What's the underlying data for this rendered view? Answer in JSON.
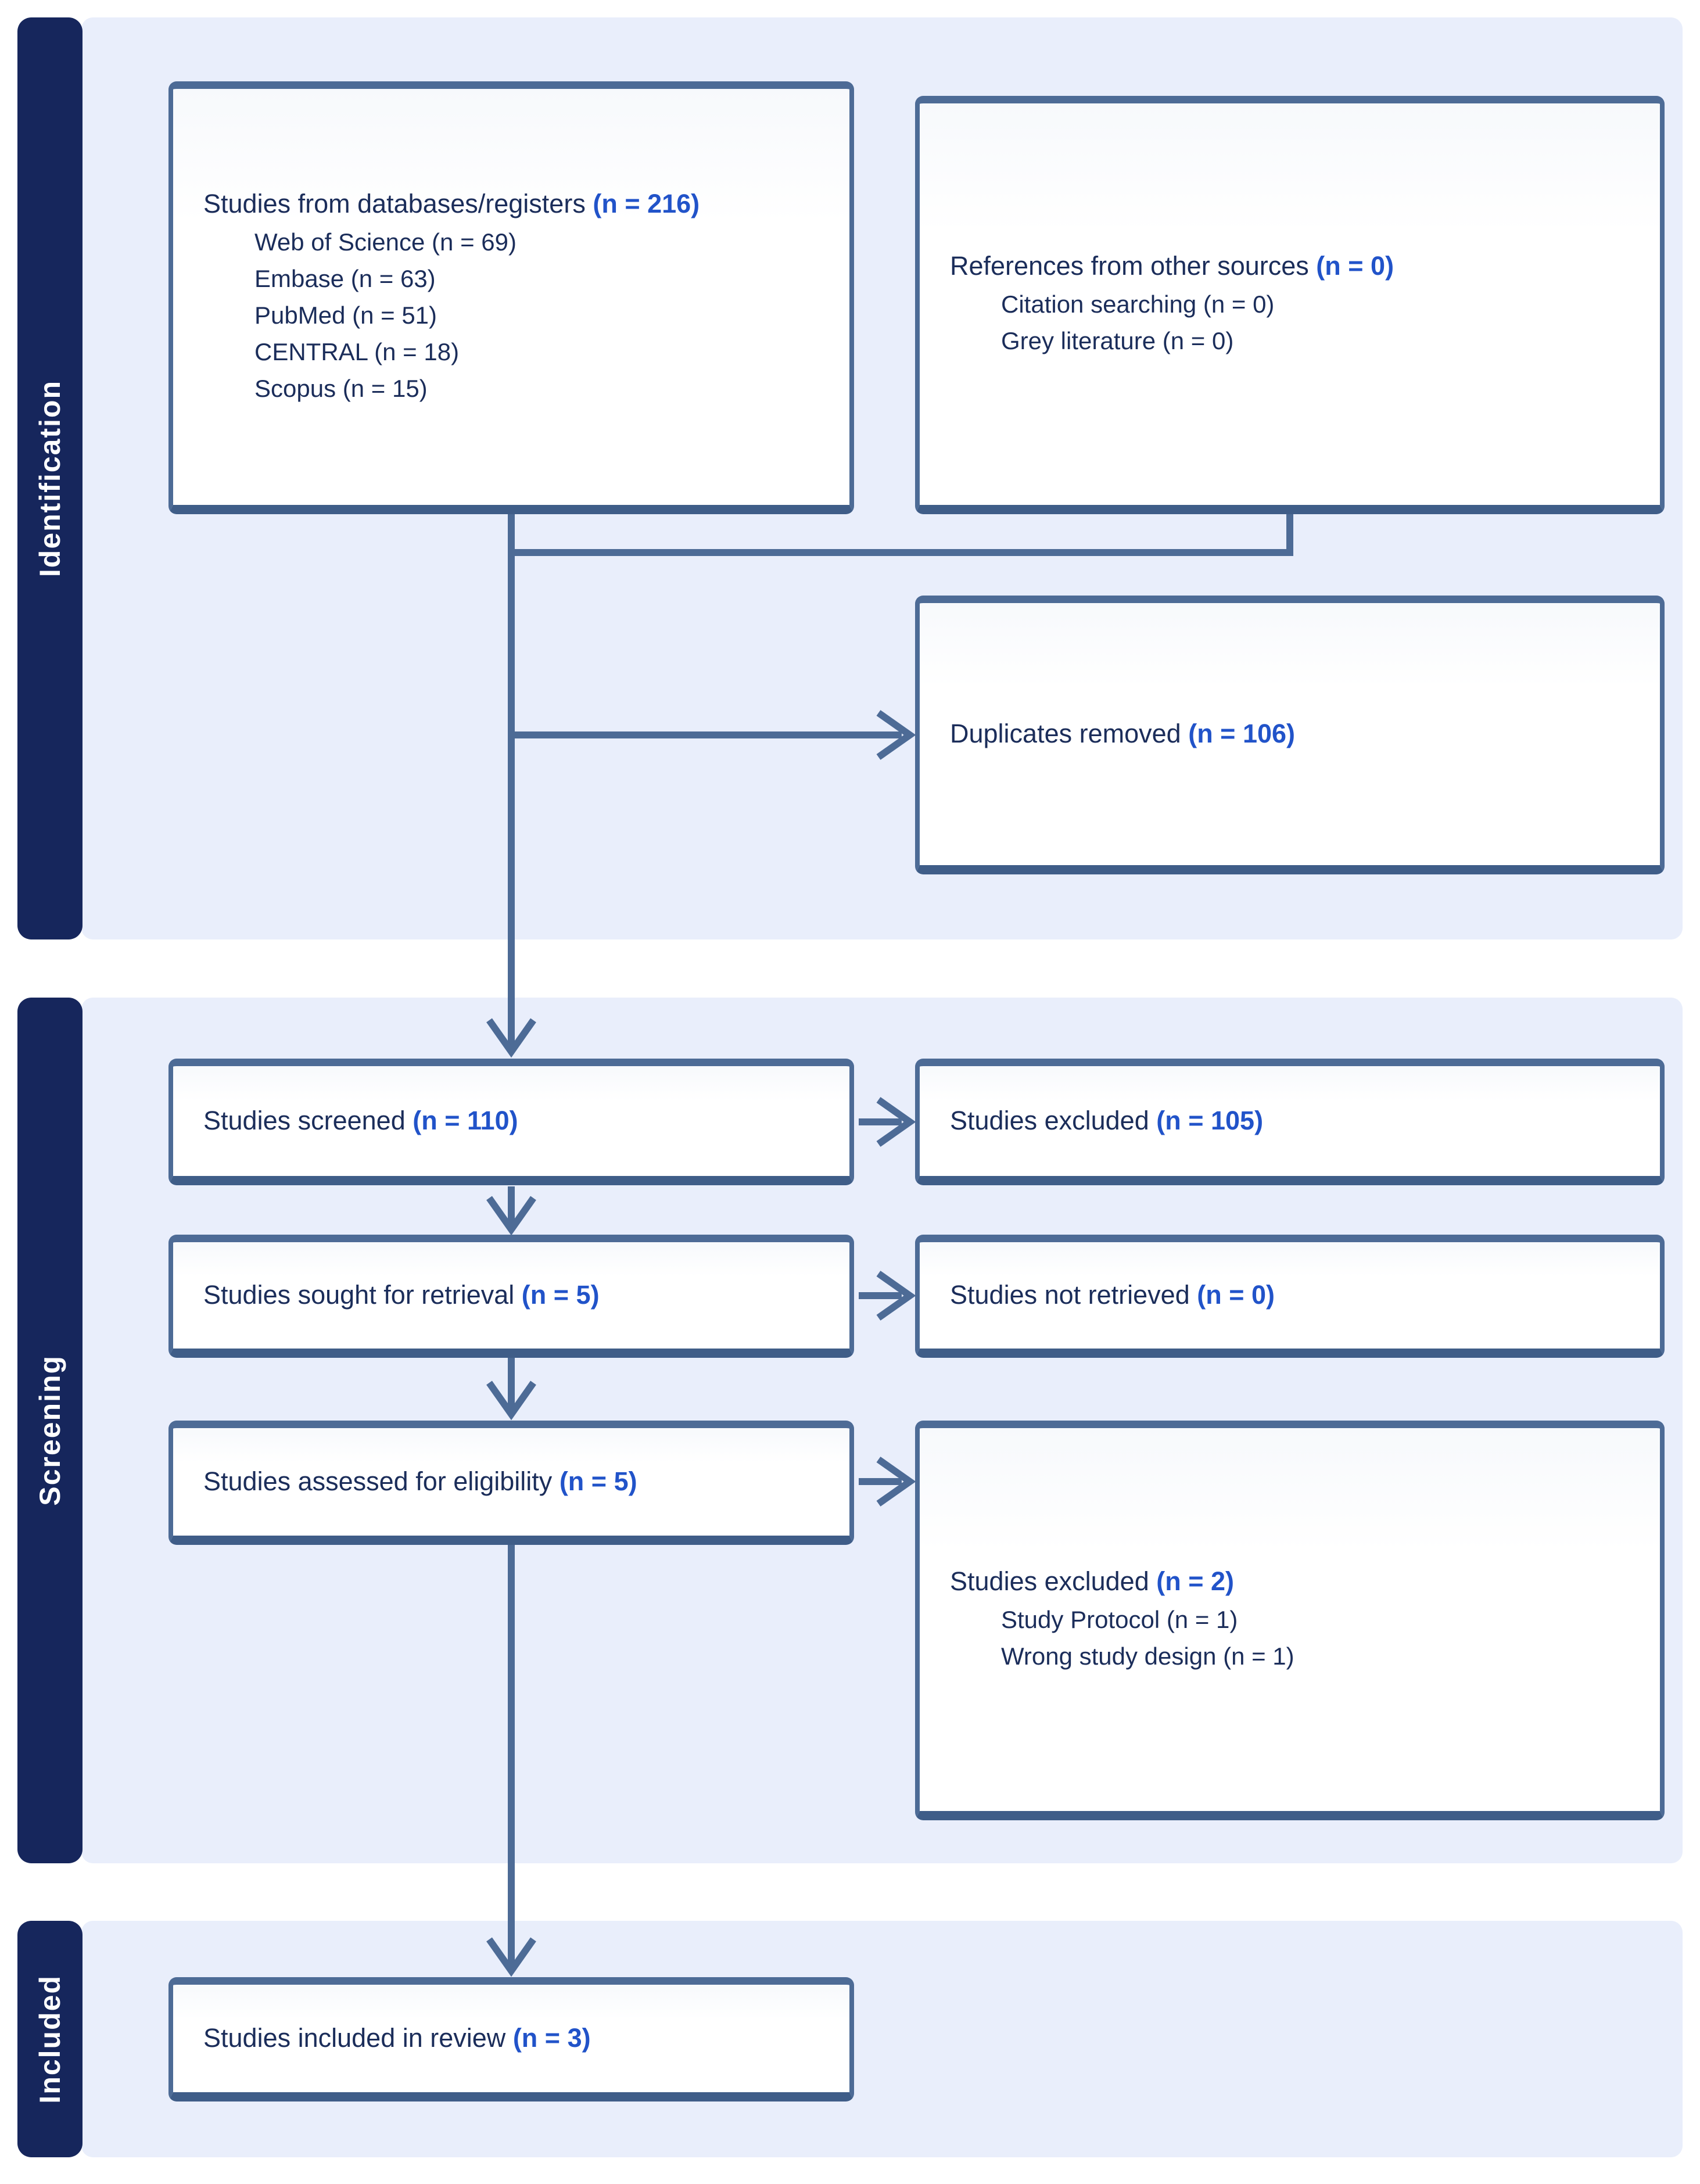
{
  "sidebar": {
    "identification": "Identification",
    "screening": "Screening",
    "included": "Included"
  },
  "boxes": {
    "databases": {
      "title": "Studies from databases/registers",
      "count": "(n = 216)",
      "items": [
        "Web of Science (n = 69)",
        "Embase (n = 63)",
        "PubMed (n = 51)",
        "CENTRAL (n = 18)",
        "Scopus (n = 15)"
      ]
    },
    "other_sources": {
      "title": "References from other sources",
      "count": "(n = 0)",
      "items": [
        "Citation searching (n = 0)",
        "Grey literature (n = 0)"
      ]
    },
    "duplicates": {
      "title": "Duplicates removed",
      "count": "(n = 106)"
    },
    "screened": {
      "title": "Studies screened",
      "count": "(n = 110)"
    },
    "excluded_screening": {
      "title": "Studies excluded",
      "count": "(n = 105)"
    },
    "sought": {
      "title": "Studies sought for retrieval",
      "count": "(n = 5)"
    },
    "not_retrieved": {
      "title": "Studies not retrieved",
      "count": "(n = 0)"
    },
    "assessed": {
      "title": "Studies assessed for eligibility",
      "count": "(n = 5)"
    },
    "excluded_eligibility": {
      "title": "Studies excluded",
      "count": "(n = 2)",
      "items": [
        "Study Protocol (n = 1)",
        "Wrong study design (n = 1)"
      ]
    },
    "included": {
      "title": "Studies included in review",
      "count": "(n = 3)"
    }
  },
  "colors": {
    "accent": "#2153c9",
    "text": "#1b2d5a",
    "band": "#e9eefb",
    "sidebar_bar": "#16265c",
    "line": "#4d6b96"
  }
}
